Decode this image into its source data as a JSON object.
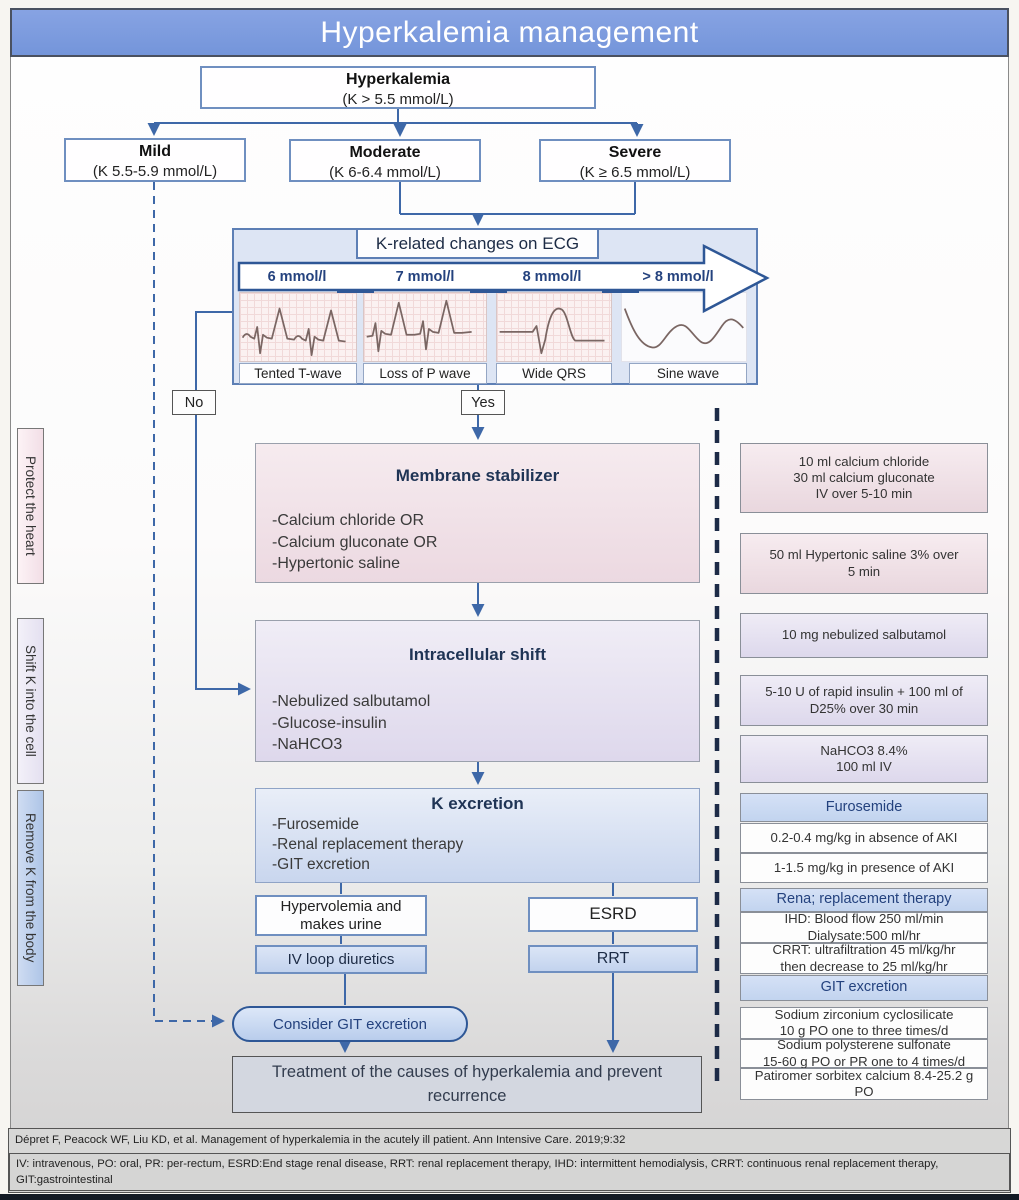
{
  "title": "Hyperkalemia management",
  "flow": {
    "root": {
      "title": "Hyperkalemia",
      "range": "(K > 5.5 mmol/L)"
    },
    "severity": [
      {
        "label": "Mild",
        "range": "(K 5.5-5.9 mmol/L)"
      },
      {
        "label": "Moderate",
        "range": "(K 6-6.4 mmol/L)"
      },
      {
        "label": "Severe",
        "range": "(K ≥ 6.5 mmol/L)"
      }
    ],
    "ecg": {
      "header": "K-related changes on ECG",
      "levels": [
        "6 mmol/l",
        "7 mmol/l",
        "8 mmol/l",
        "> 8 mmol/l"
      ],
      "findings": [
        "Tented T-wave",
        "Loss of P wave",
        "Wide QRS",
        "Sine wave"
      ]
    },
    "decision_no": "No",
    "decision_yes": "Yes",
    "stages": [
      {
        "title": "Membrane stabilizer",
        "items": [
          "-Calcium chloride OR",
          "-Calcium gluconate OR",
          "-Hypertonic saline"
        ]
      },
      {
        "title": "Intracellular shift",
        "items": [
          "-Nebulized salbutamol",
          "-Glucose-insulin",
          "-NaHCO3"
        ]
      },
      {
        "title": "K excretion",
        "items": [
          "-Furosemide",
          "-Renal replacement therapy",
          "-GIT excretion"
        ]
      }
    ],
    "excretion_branches": {
      "left_condition": "Hypervolemia and makes urine",
      "left_action": "IV loop diuretics",
      "right_condition": "ESRD",
      "right_action": "RRT"
    },
    "consider_git": "Consider GIT excretion",
    "treatment": "Treatment of the causes of hyperkalemia and prevent recurrence"
  },
  "side_labels": [
    "Protect the heart",
    "Shift K into the cell",
    "Remove K from the body"
  ],
  "doses": [
    {
      "style": "pink",
      "lines": [
        "10 ml calcium chloride",
        "30 ml calcium gluconate",
        "IV over 5-10 min"
      ]
    },
    {
      "style": "pink",
      "lines": [
        "50 ml Hypertonic saline 3% over",
        "5 min"
      ]
    },
    {
      "style": "lavender",
      "lines": [
        "10 mg nebulized salbutamol"
      ]
    },
    {
      "style": "lavender",
      "lines": [
        "5-10 U of rapid insulin + 100 ml of",
        "D25% over 30 min"
      ]
    },
    {
      "style": "lavender",
      "lines": [
        "NaHCO3 8.4%",
        "100 ml IV"
      ]
    },
    {
      "style": "header",
      "lines": [
        "Furosemide"
      ]
    },
    {
      "style": "row",
      "lines": [
        "0.2-0.4 mg/kg in absence of AKI"
      ]
    },
    {
      "style": "row",
      "lines": [
        "1-1.5 mg/kg in presence of AKI"
      ]
    },
    {
      "style": "header",
      "lines": [
        "Rena; replacement therapy"
      ]
    },
    {
      "style": "row",
      "lines": [
        "IHD: Blood flow 250 ml/min",
        "Dialysate:500 ml/hr"
      ]
    },
    {
      "style": "row",
      "lines": [
        "CRRT: ultrafiltration 45 ml/kg/hr",
        "then decrease to 25 ml/kg/hr"
      ]
    },
    {
      "style": "header",
      "lines": [
        "GIT excretion"
      ]
    },
    {
      "style": "row",
      "lines": [
        "Sodium zirconium cyclosilicate",
        "10 g PO one to three times/d"
      ]
    },
    {
      "style": "row",
      "lines": [
        "Sodium polysterene sulfonate",
        "15-60 g PO or PR one to 4 times/d"
      ]
    },
    {
      "style": "row",
      "lines": [
        "Patiromer sorbitex calcium 8.4-25.2 g",
        "PO"
      ]
    }
  ],
  "footer": {
    "citation": "Dépret F, Peacock WF, Liu KD, et al. Management of hyperkalemia in the acutely ill patient. Ann Intensive Care. 2019;9:32",
    "abbreviations": "IV: intravenous, PO: oral, PR: per-rectum, ESRD:End stage renal disease, RRT: renal replacement therapy, IHD: intermittent hemodialysis, CRRT: continuous renal replacement therapy, GIT:gastrointestinal"
  },
  "colors": {
    "title_bar": "#7b9ade",
    "connector": "#3e68a8",
    "accent_navy": "#24427e"
  }
}
